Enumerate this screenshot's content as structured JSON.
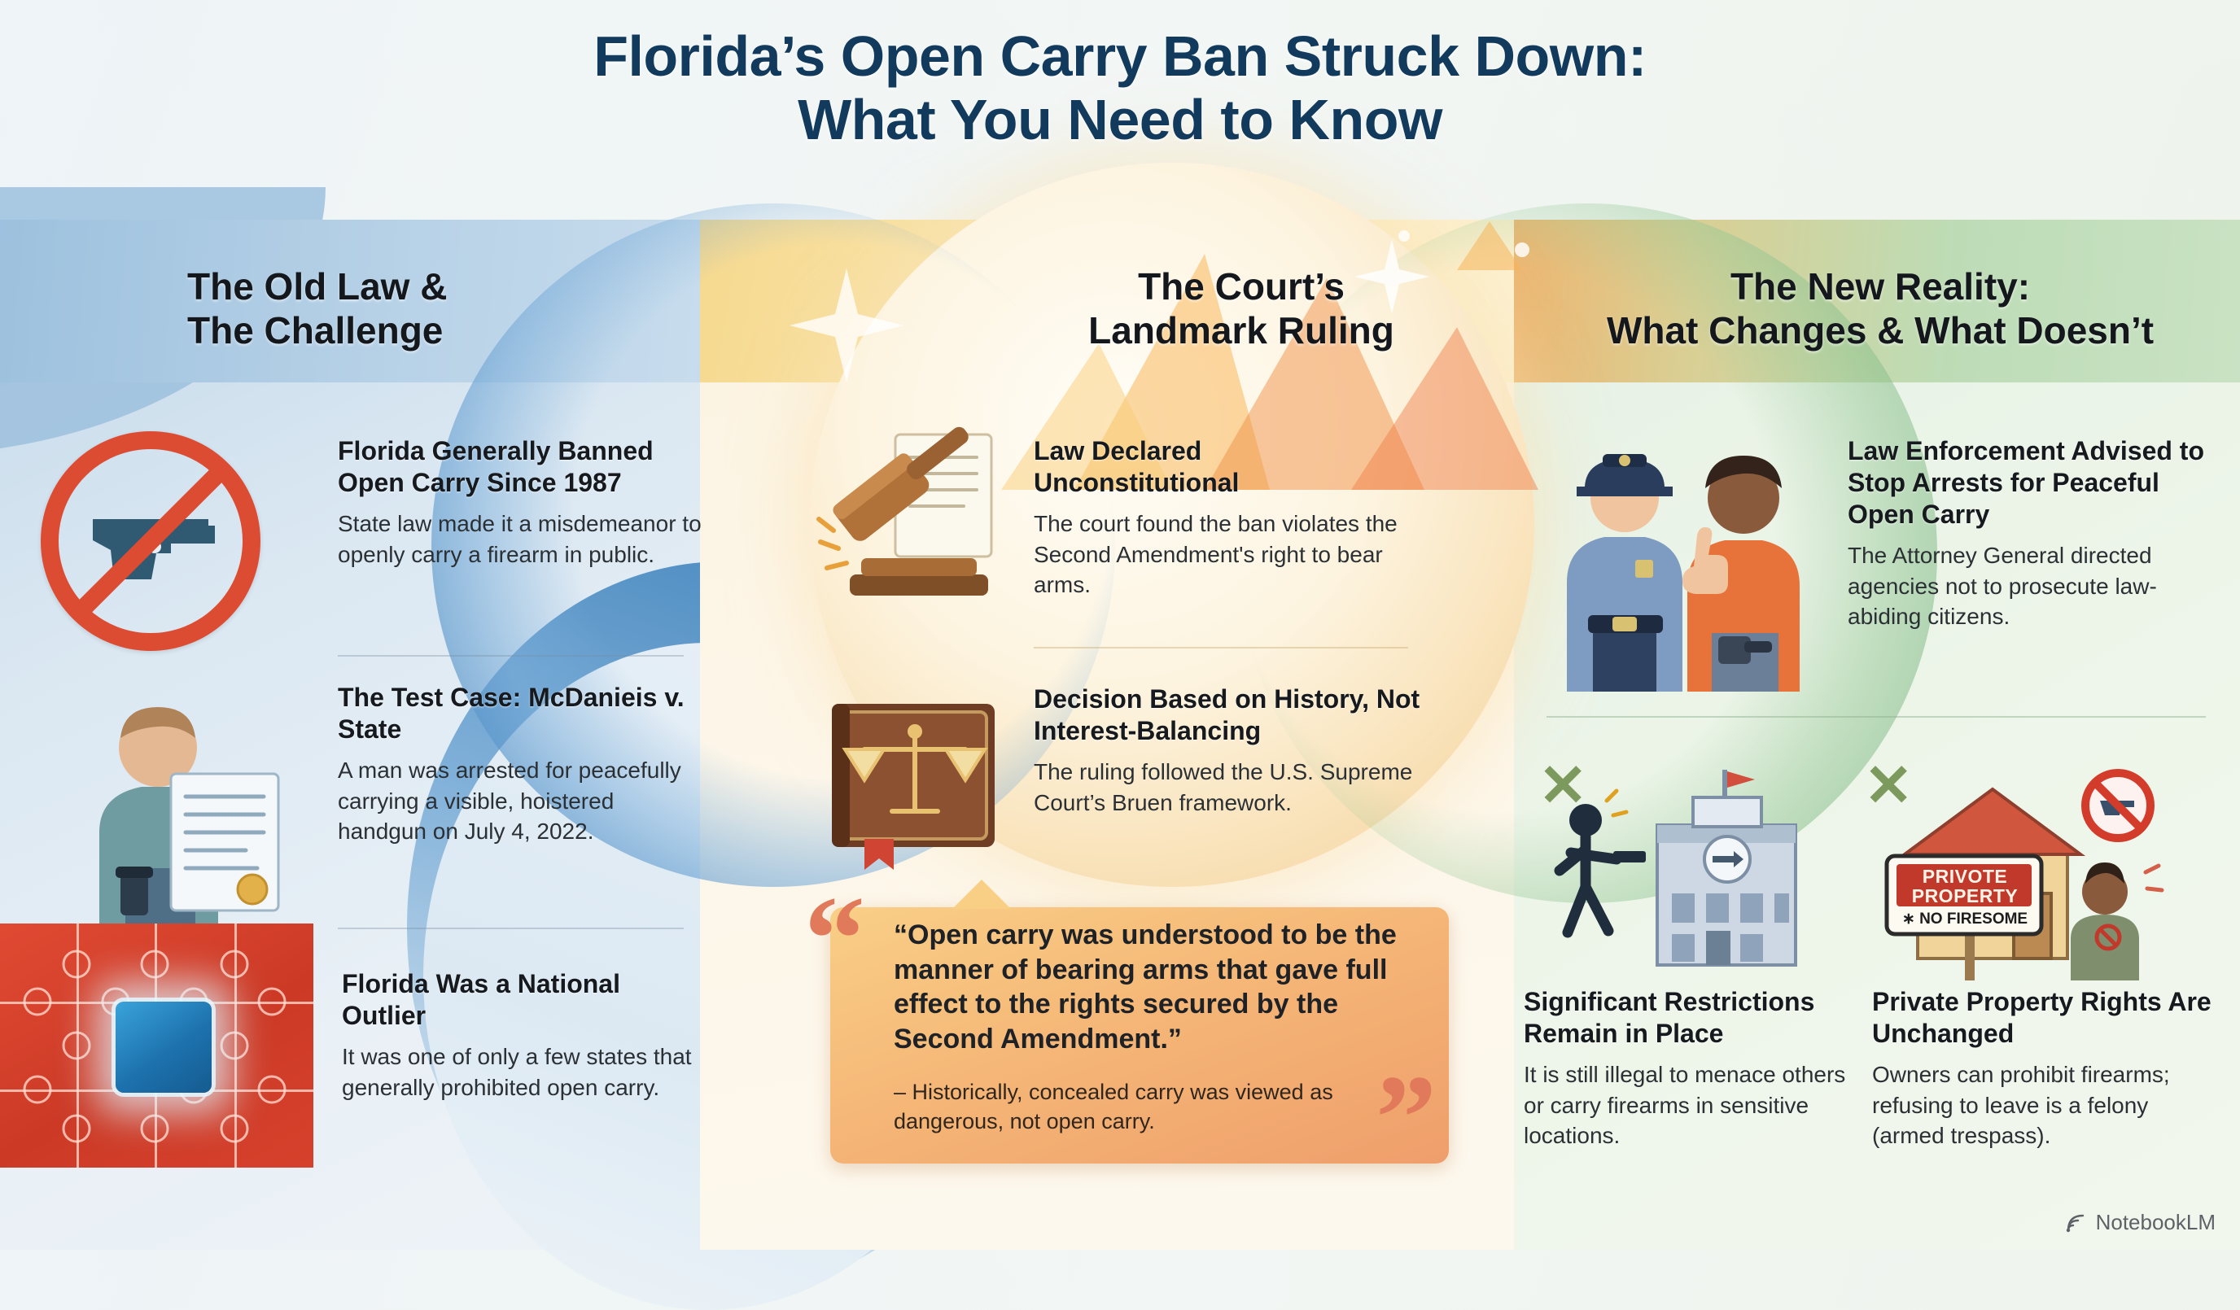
{
  "title": {
    "line1": "Florida’s Open Carry Ban Struck Down:",
    "line2": "What You Need to Know"
  },
  "columns": {
    "left": {
      "header_line1": "The Old Law &",
      "header_line2": "The Challenge",
      "accent": "#9dc1de",
      "items": [
        {
          "icon": "no-gun-icon",
          "heading": "Florida Generally Banned Open Carry Since 1987",
          "body": "State law made it a misdemeanor to openly carry a firearm in public."
        },
        {
          "icon": "person-with-document-icon",
          "heading": "The Test Case: McDanieis v. State",
          "body": "A man was arrested for peacefully carrying a visible, hoistered handgun on July 4, 2022."
        },
        {
          "icon": "puzzle-outlier-icon",
          "heading": "Florida Was a National Outlier",
          "body": "It was one of only a few states that generally prohibited open carry."
        }
      ]
    },
    "center": {
      "header_line1": "The Court’s",
      "header_line2": "Landmark Ruling",
      "accent": "#f6d98f",
      "items": [
        {
          "icon": "gavel-icon",
          "heading": "Law Declared Unconstitutional",
          "body": "The court found the ban violates the Second Amendment's right to bear arms."
        },
        {
          "icon": "law-book-scales-icon",
          "heading": "Decision Based on History, Not Interest-Balancing",
          "body": "The ruling followed the U.S. Supreme Court’s Bruen framework."
        }
      ],
      "quote": {
        "open_mark": "“",
        "close_mark": "”",
        "text": "“Open carry was understood to be the manner of bearing arms that gave full effect to the rights secured by the Second Amendment.”",
        "attribution": "– Historically, concealed carry was viewed as dangerous, not open carry."
      }
    },
    "right": {
      "header_line1": "The New Reality:",
      "header_line2": "What Changes & What Doesn’t",
      "accent": "#bddcb6",
      "items": [
        {
          "icon": "police-officer-and-citizen-icon",
          "heading": "Law Enforcement Advised to Stop Arrests for Peaceful Open Carry",
          "body": "The Attorney General directed agencies not to prosecute law-abiding citizens."
        },
        {
          "icon": "menacing-person-and-school-icon",
          "mark": "✕",
          "heading": "Significant Restrictions Remain in Place",
          "body": "It is still illegal to menace others or carry firearms in sensitive locations."
        },
        {
          "icon": "private-property-house-icon",
          "mark": "✕",
          "heading": "Private Property Rights Are Unchanged",
          "body": "Owners can prohibit firearms; refusing to leave is a felony (armed trespass)."
        }
      ]
    }
  },
  "illustration_labels": {
    "private_property_sign_line1": "PRIVOTE",
    "private_property_sign_line2": "PROPERTY",
    "private_property_sign_line3": "∗ NO FIRESOME"
  },
  "watermark": {
    "icon": "notebooklm-spiral-icon",
    "label": "NotebookLM"
  }
}
